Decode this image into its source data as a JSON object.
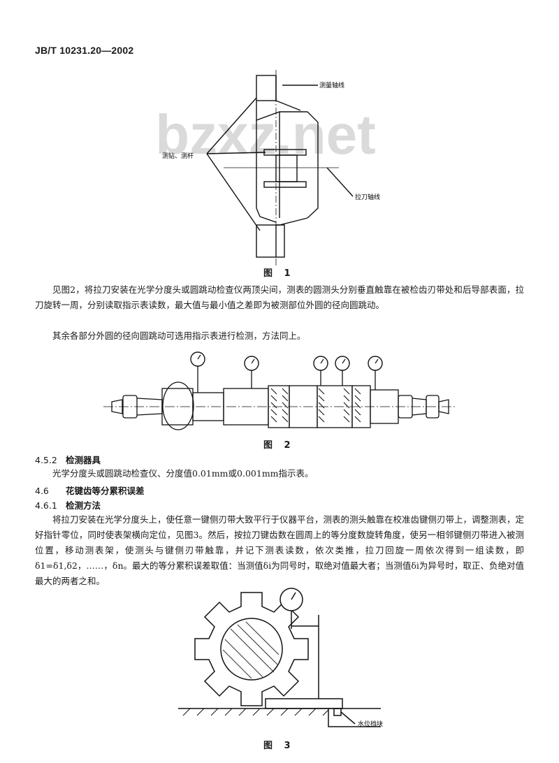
{
  "header": {
    "standard_no": "JB/T 10231.20—2002"
  },
  "watermark": "bzxz.net",
  "figure1": {
    "caption": "图  1",
    "label_measure_axis": "测量轴线",
    "label_probe": "测钻、测杆",
    "label_broach_axis": "拉刀轴线"
  },
  "paragraph1": "见图2，将拉刀安装在光学分度头或圆跳动检查仪两顶尖间，测表的圆测头分别垂直触靠在被检齿刃带处和后导部表面，拉刀旋转一周，分别读取指示表读数，最大值与最小值之差即为被测部位外圆的径向圆跳动。",
  "paragraph2": "其余各部分外圆的径向圆跳动可选用指示表进行检测，方法同上。",
  "figure2": {
    "caption": "图  2"
  },
  "section_452": {
    "number": "4.5.2",
    "title": "检测器具"
  },
  "paragraph3": "光学分度头或圆跳动检查仪、分度值0.01mm或0.001mm指示表。",
  "section_46": {
    "number": "4.6",
    "title": "花键齿等分累积误差"
  },
  "section_461": {
    "number": "4.6.1",
    "title": "检测方法"
  },
  "paragraph4": "将拉刀安装在光学分度头上，使任意一键侧刃带大致平行于仪器平台，测表的测头触靠在校准齿键侧刃带上，调整测表，定好指针零位，同时使表架横向定位，见图3。然后，按拉刀键齿数在圆周上的等分度数旋转角度，使另一相邻键侧刃带进入被测位置，移动测表架，使测头与键侧刃带触靠，并记下测表读数，依次类推，拉刀回旋一周依次得到一组读数，即δ1=δ1,δ2，……，δn。最大的等分累积误差取值：当测值δi为同号时，取绝对值最大者；当测值δi为异号时，取正、负绝对值最大的两者之和。",
  "figure3": {
    "caption": "图  3",
    "label_stop": "水位挡块"
  }
}
